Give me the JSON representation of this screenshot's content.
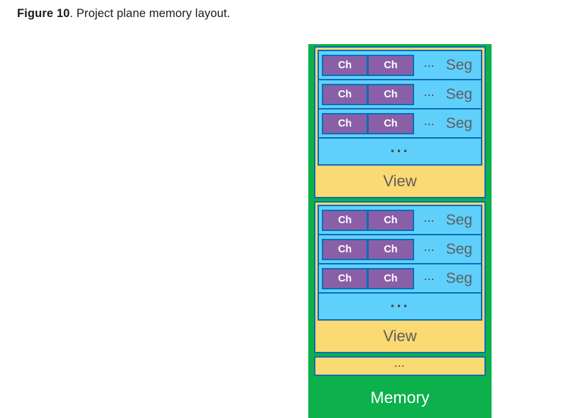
{
  "caption": {
    "label": "Figure 10",
    "text": ". Project plane memory layout."
  },
  "colors": {
    "memory_green": "#0CB14B",
    "view_yellow": "#FBD973",
    "segment_cyan": "#5FD0FB",
    "chunk_purple": "#8B5FA8",
    "border_blue": "#0C6EB5",
    "label_gray": "#5e5e5e",
    "label_white": "#ffffff"
  },
  "diagram": {
    "memory_label": "Memory",
    "view_ellipsis": "...",
    "views": [
      {
        "label": "View",
        "ellipsis": "...",
        "segments": [
          {
            "label": "Seg",
            "dots": "...",
            "chunks": [
              "Ch",
              "Ch"
            ]
          },
          {
            "label": "Seg",
            "dots": "...",
            "chunks": [
              "Ch",
              "Ch"
            ]
          },
          {
            "label": "Seg",
            "dots": "...",
            "chunks": [
              "Ch",
              "Ch"
            ]
          }
        ]
      },
      {
        "label": "View",
        "ellipsis": "...",
        "segments": [
          {
            "label": "Seg",
            "dots": "...",
            "chunks": [
              "Ch",
              "Ch"
            ]
          },
          {
            "label": "Seg",
            "dots": "...",
            "chunks": [
              "Ch",
              "Ch"
            ]
          },
          {
            "label": "Seg",
            "dots": "...",
            "chunks": [
              "Ch",
              "Ch"
            ]
          }
        ]
      }
    ]
  }
}
